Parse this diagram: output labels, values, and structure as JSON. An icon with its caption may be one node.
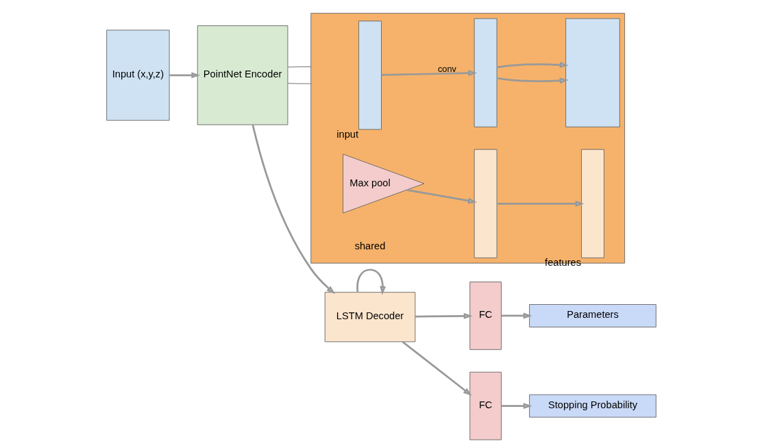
{
  "diagram": {
    "nodes": [
      {
        "text": [
          "Input (x,y,z)"
        ]
      },
      {
        "text": [
          "PointNet Encoder"
        ]
      },
      {
        "text": [
          "LSTM Decoder"
        ]
      },
      {
        "text": [
          "FC"
        ]
      },
      {
        "text": [
          "FC"
        ]
      },
      {
        "text": [
          "Parameters"
        ]
      },
      {
        "text": [
          "Stopping Probability"
        ]
      },
      {
        "text": [],
        "shape": "box"
      },
      {
        "text": [
          "input"
        ],
        "in": 7
      },
      {
        "text": [],
        "shape": "bar",
        "in": 7
      },
      {
        "text": [],
        "shape": "box",
        "in": 7
      },
      {
        "text": [
          "Max pool"
        ],
        "in": 7
      },
      {
        "text": [],
        "shape": "bar",
        "in": 7
      },
      {
        "text": [
          "features"
        ],
        "in": 7
      }
    ],
    "edges": [
      {
        "from": 0,
        "to": 1,
        "arrow": "to"
      },
      {
        "from": 1,
        "to": 2,
        "arrow": "to"
      },
      {
        "from": 2,
        "to": 2,
        "arrow": "to"
      },
      {
        "from": 2,
        "to": 3,
        "arrow": "to"
      },
      {
        "from": 2,
        "to": 4,
        "arrow": "to"
      },
      {
        "from": 3,
        "to": 5,
        "arrow": "to"
      },
      {
        "from": 4,
        "to": 6,
        "arrow": "to"
      },
      {
        "from": 1,
        "to": 7,
        "arrow": "none",
        "color": "#666666"
      },
      {
        "from": 1,
        "to": 7,
        "arrow": "none",
        "color": "#666666"
      },
      {
        "from": 8,
        "to": 9,
        "label": "conv",
        "arrow": "to"
      },
      {
        "from": 9,
        "to": 10,
        "arrow": "to"
      },
      {
        "from": 9,
        "to": 10,
        "arrow": "to"
      },
      {
        "from": 11,
        "to": 12,
        "arrow": "to"
      },
      {
        "from": 12,
        "to": 13,
        "arrow": "to"
      }
    ],
    "labels": [
      "shared"
    ]
  }
}
